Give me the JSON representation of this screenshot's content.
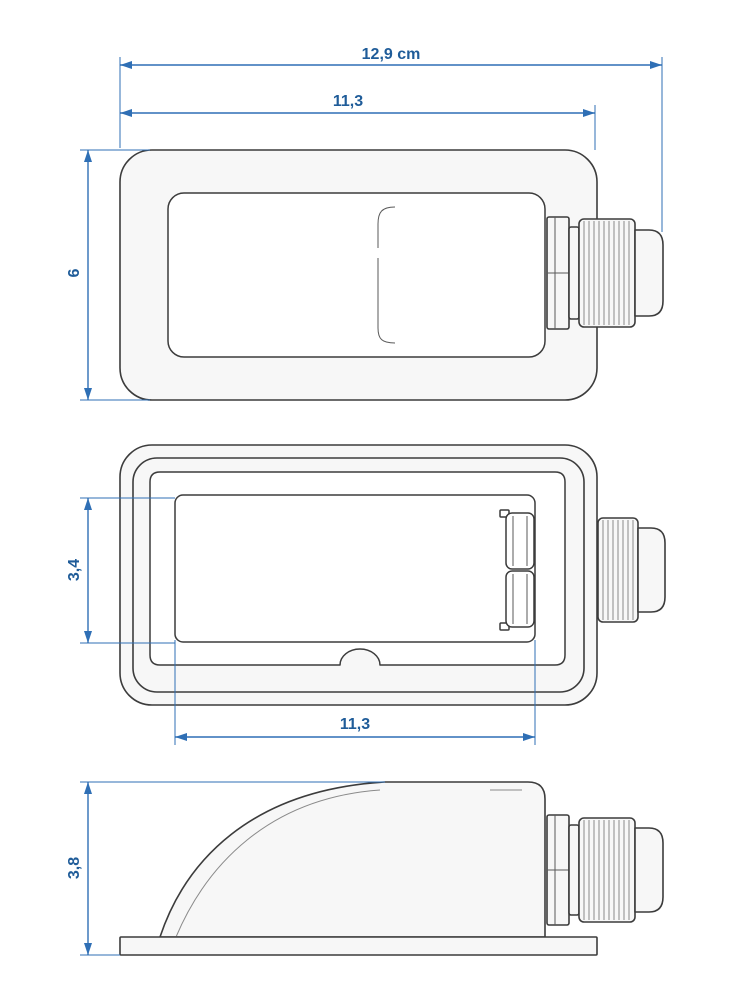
{
  "colors": {
    "dimension_line": "#2f6fb5",
    "dimension_text": "#1f5c99",
    "outline": "#3c3c3c",
    "body_fill": "#f7f7f7"
  },
  "views": {
    "top": {
      "overall_length_label": "12,9 cm",
      "body_length_label": "11,3",
      "width_label": "6"
    },
    "front": {
      "opening_height_label": "3,4",
      "opening_length_label": "11,3"
    },
    "side": {
      "height_label": "3,8"
    }
  }
}
